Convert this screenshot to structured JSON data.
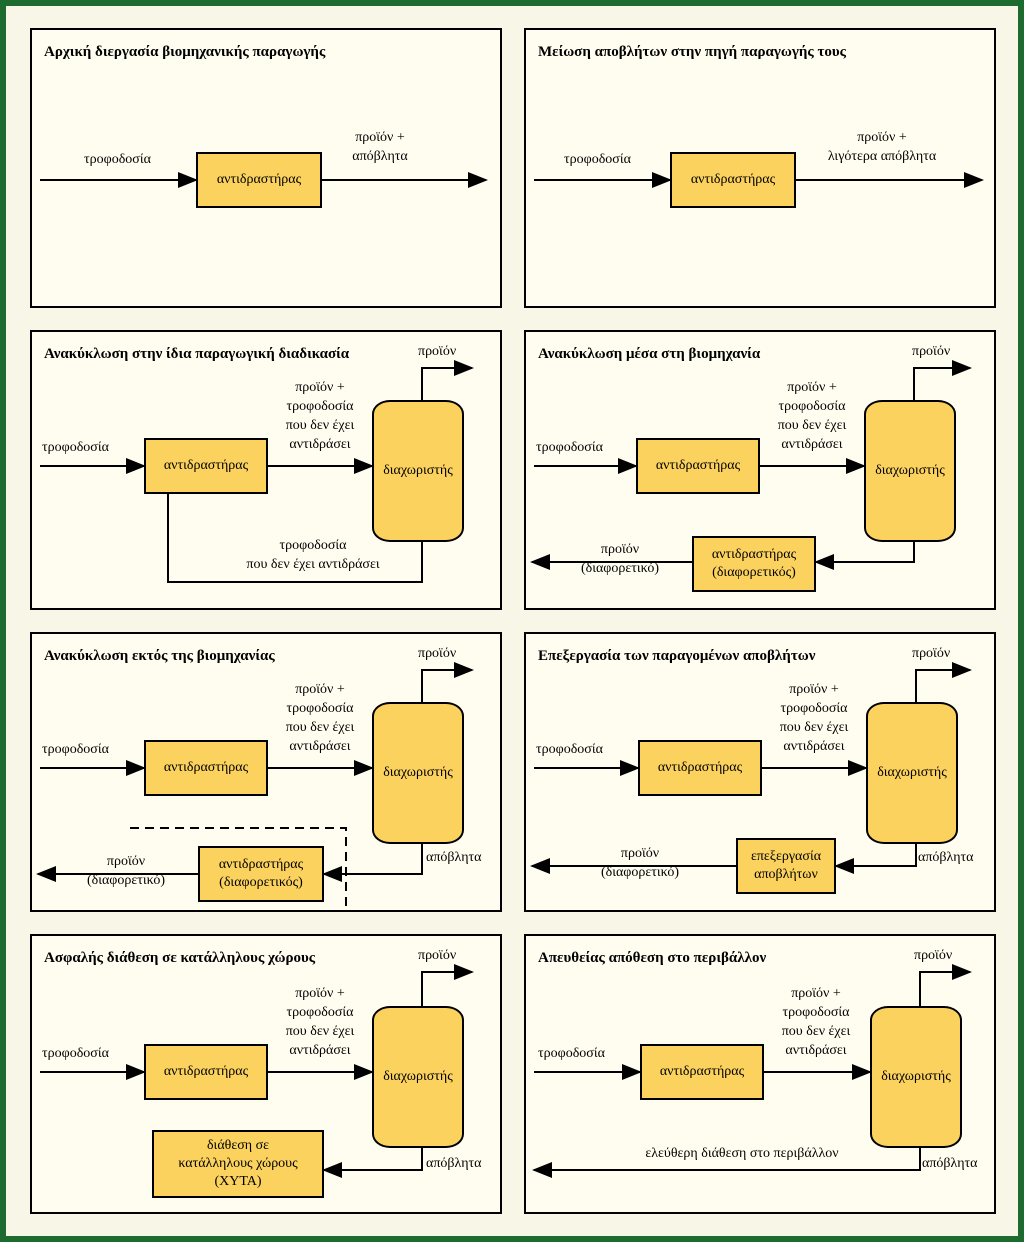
{
  "panels": [
    {
      "title": "Αρχική διεργασία βιομηχανικής παραγωγής",
      "feed": "τροφοδοσία",
      "reactor": "αντιδραστήρας",
      "output": "προϊόν +\nαπόβλητα"
    },
    {
      "title": "Μείωση αποβλήτων στην πηγή παραγωγής τους",
      "feed": "τροφοδοσία",
      "reactor": "αντιδραστήρας",
      "output": "προϊόν +\nλιγότερα απόβλητα"
    },
    {
      "title": "Ανακύκλωση στην ίδια παραγωγική διαδικασία",
      "feed": "τροφοδοσία",
      "reactor": "αντιδραστήρας",
      "mid": "προϊόν +\nτροφοδοσία\nπου δεν έχει\nαντιδράσει",
      "separator": "διαχωριστής",
      "product": "προϊόν",
      "recycle": "τροφοδοσία\nπου δεν έχει αντιδράσει"
    },
    {
      "title": "Ανακύκλωση μέσα στη βιομηχανία",
      "feed": "τροφοδοσία",
      "reactor": "αντιδραστήρας",
      "mid": "προϊόν +\nτροφοδοσία\nπου δεν έχει\nαντιδράσει",
      "separator": "διαχωριστής",
      "product": "προϊόν",
      "reactor2": "αντιδραστήρας\n(διαφορετικός)",
      "out2": "προϊόν\n(διαφορετικό)"
    },
    {
      "title": "Ανακύκλωση εκτός της βιομηχανίας",
      "feed": "τροφοδοσία",
      "reactor": "αντιδραστήρας",
      "mid": "προϊόν +\nτροφοδοσία\nπου δεν έχει\nαντιδράσει",
      "separator": "διαχωριστής",
      "product": "προϊόν",
      "waste": "απόβλητα",
      "reactor2": "αντιδραστήρας\n(διαφορετικός)",
      "out2": "προϊόν\n(διαφορετικό)"
    },
    {
      "title": "Επεξεργασία των παραγομένων αποβλήτων",
      "feed": "τροφοδοσία",
      "reactor": "αντιδραστήρας",
      "mid": "προϊόν +\nτροφοδοσία\nπου δεν έχει\nαντιδράσει",
      "separator": "διαχωριστής",
      "product": "προϊόν",
      "waste": "απόβλητα",
      "treatment": "επεξεργασία\nαποβλήτων",
      "out2": "προϊόν\n(διαφορετικό)"
    },
    {
      "title": "Ασφαλής διάθεση σε κατάλληλους χώρους",
      "feed": "τροφοδοσία",
      "reactor": "αντιδραστήρας",
      "mid": "προϊόν +\nτροφοδοσία\nπου δεν έχει\nαντιδράσει",
      "separator": "διαχωριστής",
      "product": "προϊόν",
      "waste": "απόβλητα",
      "disposal": "διάθεση σε\nκατάλληλους χώρους\n(ΧΥΤΑ)"
    },
    {
      "title": "Απευθείας απόθεση στο περιβάλλον",
      "feed": "τροφοδοσία",
      "reactor": "αντιδραστήρας",
      "mid": "προϊόν +\nτροφοδοσία\nπου δεν έχει\nαντιδράσει",
      "separator": "διαχωριστής",
      "product": "προϊόν",
      "waste": "απόβλητα",
      "free": "ελεύθερη διάθεση στο περιβάλλον"
    }
  ],
  "colors": {
    "box_fill": "#fbd25e",
    "border": "#1e6b30",
    "panel_bg": "#fffdf0"
  }
}
